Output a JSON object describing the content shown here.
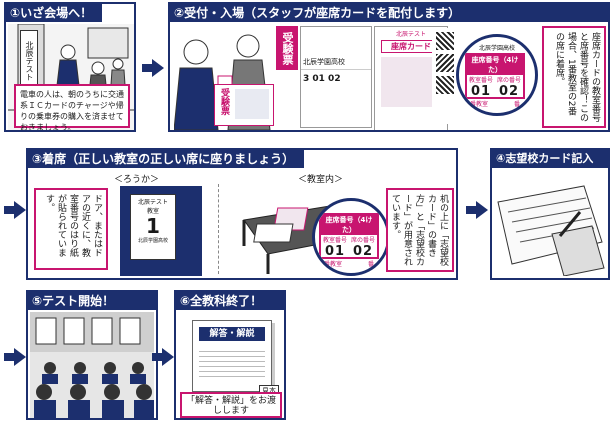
{
  "panel1": {
    "title": "①いざ会場へ！",
    "sign": "北辰テスト",
    "note": "電車の人は、朝のうちに交通系ＩＣカードのチャージや帰りの乗車券の購入を済ませておきましょう。"
  },
  "panel2": {
    "title": "②受付・入場（スタッフが座席カードを配付します）",
    "ticket_label": "受験票",
    "form_header": "北辰学園高校",
    "form_center_title": "座席カード",
    "form_tab": "北辰テスト",
    "card_school": "北辰学園高校",
    "card_title": "座席番号（4けた）",
    "card_left_label": "教室番号",
    "card_right_label": "席の番号",
    "card_left_num": "01",
    "card_right_num": "02",
    "card_footer_left": "番教室",
    "card_footer_right": "番",
    "form_small_nums": "3  01  02",
    "note": "座席カードの教室番号と席番号を確認！この場合、1番教室の2番の席に着席。"
  },
  "panel3": {
    "title": "③着席（正しい教室の正しい席に座りましょう）",
    "hallway_label": "＜ろうか＞",
    "classroom_label": "＜教室内＞",
    "door_note": "ドア、またはドアの近くに、教室番号のはり紙が貼られています。",
    "door_sign_title": "北辰テスト",
    "door_sign_room": "教室",
    "door_sign_num": "1",
    "door_sign_school": "北辰学園高校",
    "desk_card_title": "座席番号（4けた）",
    "desk_left_label": "教室番号",
    "desk_right_label": "席の番号",
    "desk_left_num": "01",
    "desk_right_num": "02",
    "desk_footer_left": "番教室",
    "desk_footer_right": "番",
    "desk_note": "机の上に「志望校カード」の書き方」と「志望校カード」が用意されています。"
  },
  "panel4": {
    "title": "④志望校カード記入"
  },
  "panel5": {
    "title": "⑤テスト開始！"
  },
  "panel6": {
    "title": "⑥全教科終了！",
    "booklet_title": "解答・解説",
    "sample_stamp": "見本",
    "note": "「解答・解説」をお渡しします"
  },
  "colors": {
    "navy": "#1c2f6e",
    "magenta": "#c8156f"
  }
}
